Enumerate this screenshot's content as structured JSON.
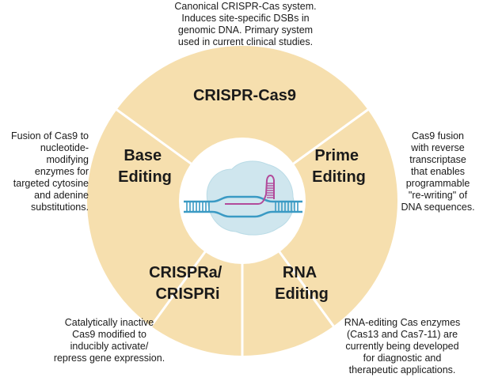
{
  "segments": {
    "top": {
      "lines": [
        "CRISPR-Cas9"
      ]
    },
    "right": {
      "lines": [
        "Prime",
        "Editing"
      ]
    },
    "bottom_right": {
      "lines": [
        "RNA",
        "Editing"
      ]
    },
    "bottom_left": {
      "lines": [
        "CRISPRa/",
        "CRISPRi"
      ]
    },
    "left": {
      "lines": [
        "Base",
        "Editing"
      ]
    }
  },
  "descriptions": {
    "top": [
      "Canonical CRISPR-Cas system.",
      "Induces site-specific DSBs in",
      "genomic DNA. Primary system",
      "used in current clinical studies."
    ],
    "left": [
      "Fusion of Cas9 to",
      "nucleotide-",
      "modifying",
      "enzymes for",
      "targeted cytosine",
      "and adenine",
      "substitutions."
    ],
    "right": [
      "Cas9 fusion",
      "with reverse",
      "transcriptase",
      "that enables",
      "programmable",
      "\"re-writing\" of",
      "DNA sequences."
    ],
    "bottom_left": [
      "Catalytically inactive",
      "Cas9 modified to",
      "inducibly activate/",
      "repress gene expression."
    ],
    "bottom_right": [
      "RNA-editing Cas enzymes",
      "(Cas13 and Cas7-11) are",
      "currently being developed",
      "for diagnostic and",
      "therapeutic applications."
    ]
  },
  "colors": {
    "ring": "#f6dfae",
    "divider": "#ffffff",
    "center": "#ffffff",
    "protein": "#cfe6ee",
    "dna": "#3a9ac4",
    "guide": "#b24a9a",
    "text": "#1a1a1a"
  },
  "icons": [
    "crispr-cas9-complex-icon"
  ]
}
